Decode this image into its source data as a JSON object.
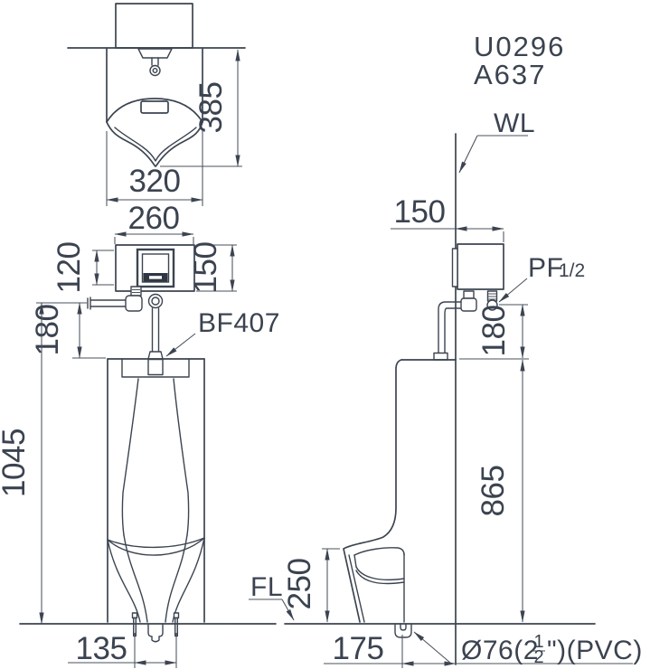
{
  "product": {
    "model_code": "U0296",
    "valve_code": "A637"
  },
  "annotations": {
    "wall_line": "WL",
    "floor_line": "FL",
    "flush_valve_model": "BF407",
    "supply_label": "PF",
    "supply_size": "1/2",
    "outlet_prefix": "Ø76(2",
    "outlet_fraction_numerator": "1",
    "outlet_fraction_denominator": "2",
    "outlet_suffix": "\")(PVC)"
  },
  "dimensions_mm": {
    "top_view": {
      "depth": "385",
      "width": "320"
    },
    "front_view": {
      "valve_box_width": "260",
      "sensor_panel_height": "120",
      "valve_box_height": "150",
      "supply_to_rim": "180",
      "total_height": "1045",
      "bolt_spacing": "135"
    },
    "side_view": {
      "valve_box_depth": "150",
      "supply_to_rim": "180",
      "rim_height": "865",
      "bowl_front_height": "250",
      "outlet_from_wall": "175"
    }
  },
  "style": {
    "line_color": "#3C4450",
    "background": "#FFFFFF"
  }
}
